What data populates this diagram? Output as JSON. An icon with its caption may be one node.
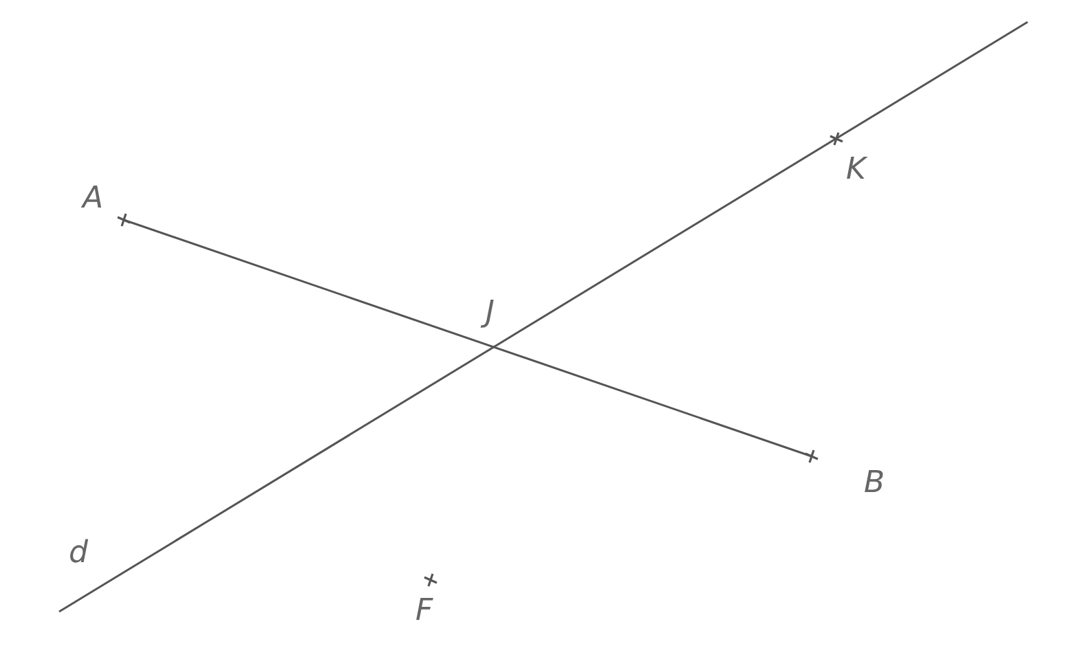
{
  "diagram": {
    "nodes": [
      {
        "text": [
          "A"
        ]
      },
      {
        "text": [
          "B"
        ]
      },
      {
        "text": [
          "J"
        ]
      },
      {
        "text": [
          "K"
        ]
      },
      {
        "text": [
          "F"
        ]
      }
    ],
    "edges": [
      {
        "from": 0,
        "to": 1,
        "arrow": "none"
      }
    ],
    "labels": [
      "d"
    ]
  }
}
